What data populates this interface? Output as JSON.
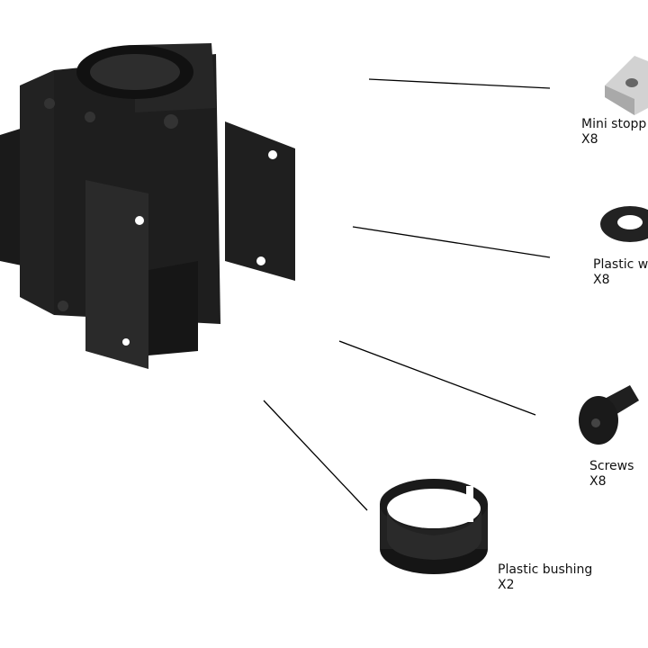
{
  "parts": [
    {
      "name": "Mini stopp",
      "qty": "X8"
    },
    {
      "name": "Plastic w",
      "qty": "X8"
    },
    {
      "name": "Screws",
      "qty": "X8"
    },
    {
      "name": "Plastic bushing",
      "qty": "X2"
    }
  ],
  "colors": {
    "part": "#1c1c1c",
    "stopper": "#cfcfcf",
    "line": "#000000"
  }
}
